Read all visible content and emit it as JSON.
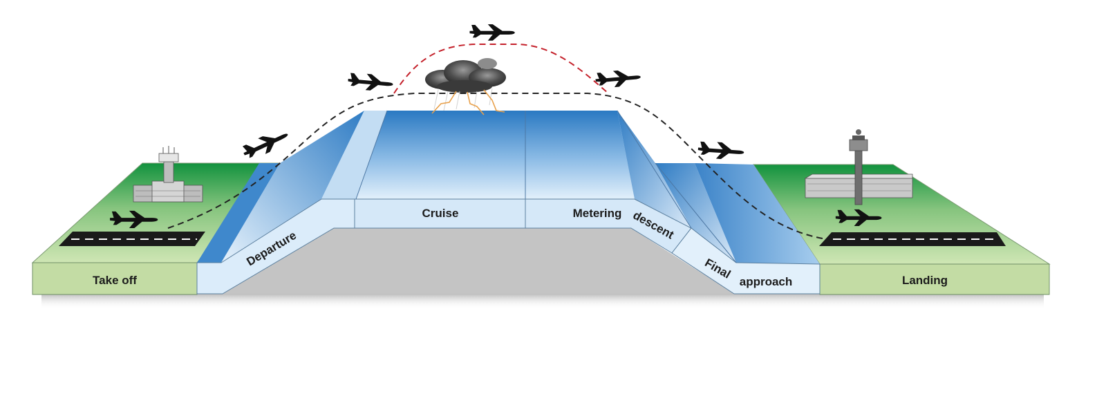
{
  "phases": {
    "takeoff": "Take off",
    "departure": "Departure",
    "cruise": "Cruise",
    "metering": "Metering",
    "descent": "descent",
    "final": "Final",
    "approach": "approach",
    "landing": "Landing"
  },
  "colors": {
    "ground_green": "#1b9a44",
    "ground_light": "#c3dca4",
    "sky_blue": "#2f7cc4",
    "sky_light": "#e2f0fb",
    "base_gray": "#c8c8c8",
    "nominal_path": "#222222",
    "reroute_path": "#c4202a",
    "lightning": "#e8a04a"
  },
  "icons": [
    "airplane-icon",
    "control-tower-icon",
    "airport-terminal-icon",
    "thunderstorm-cloud-icon",
    "runway-icon"
  ]
}
